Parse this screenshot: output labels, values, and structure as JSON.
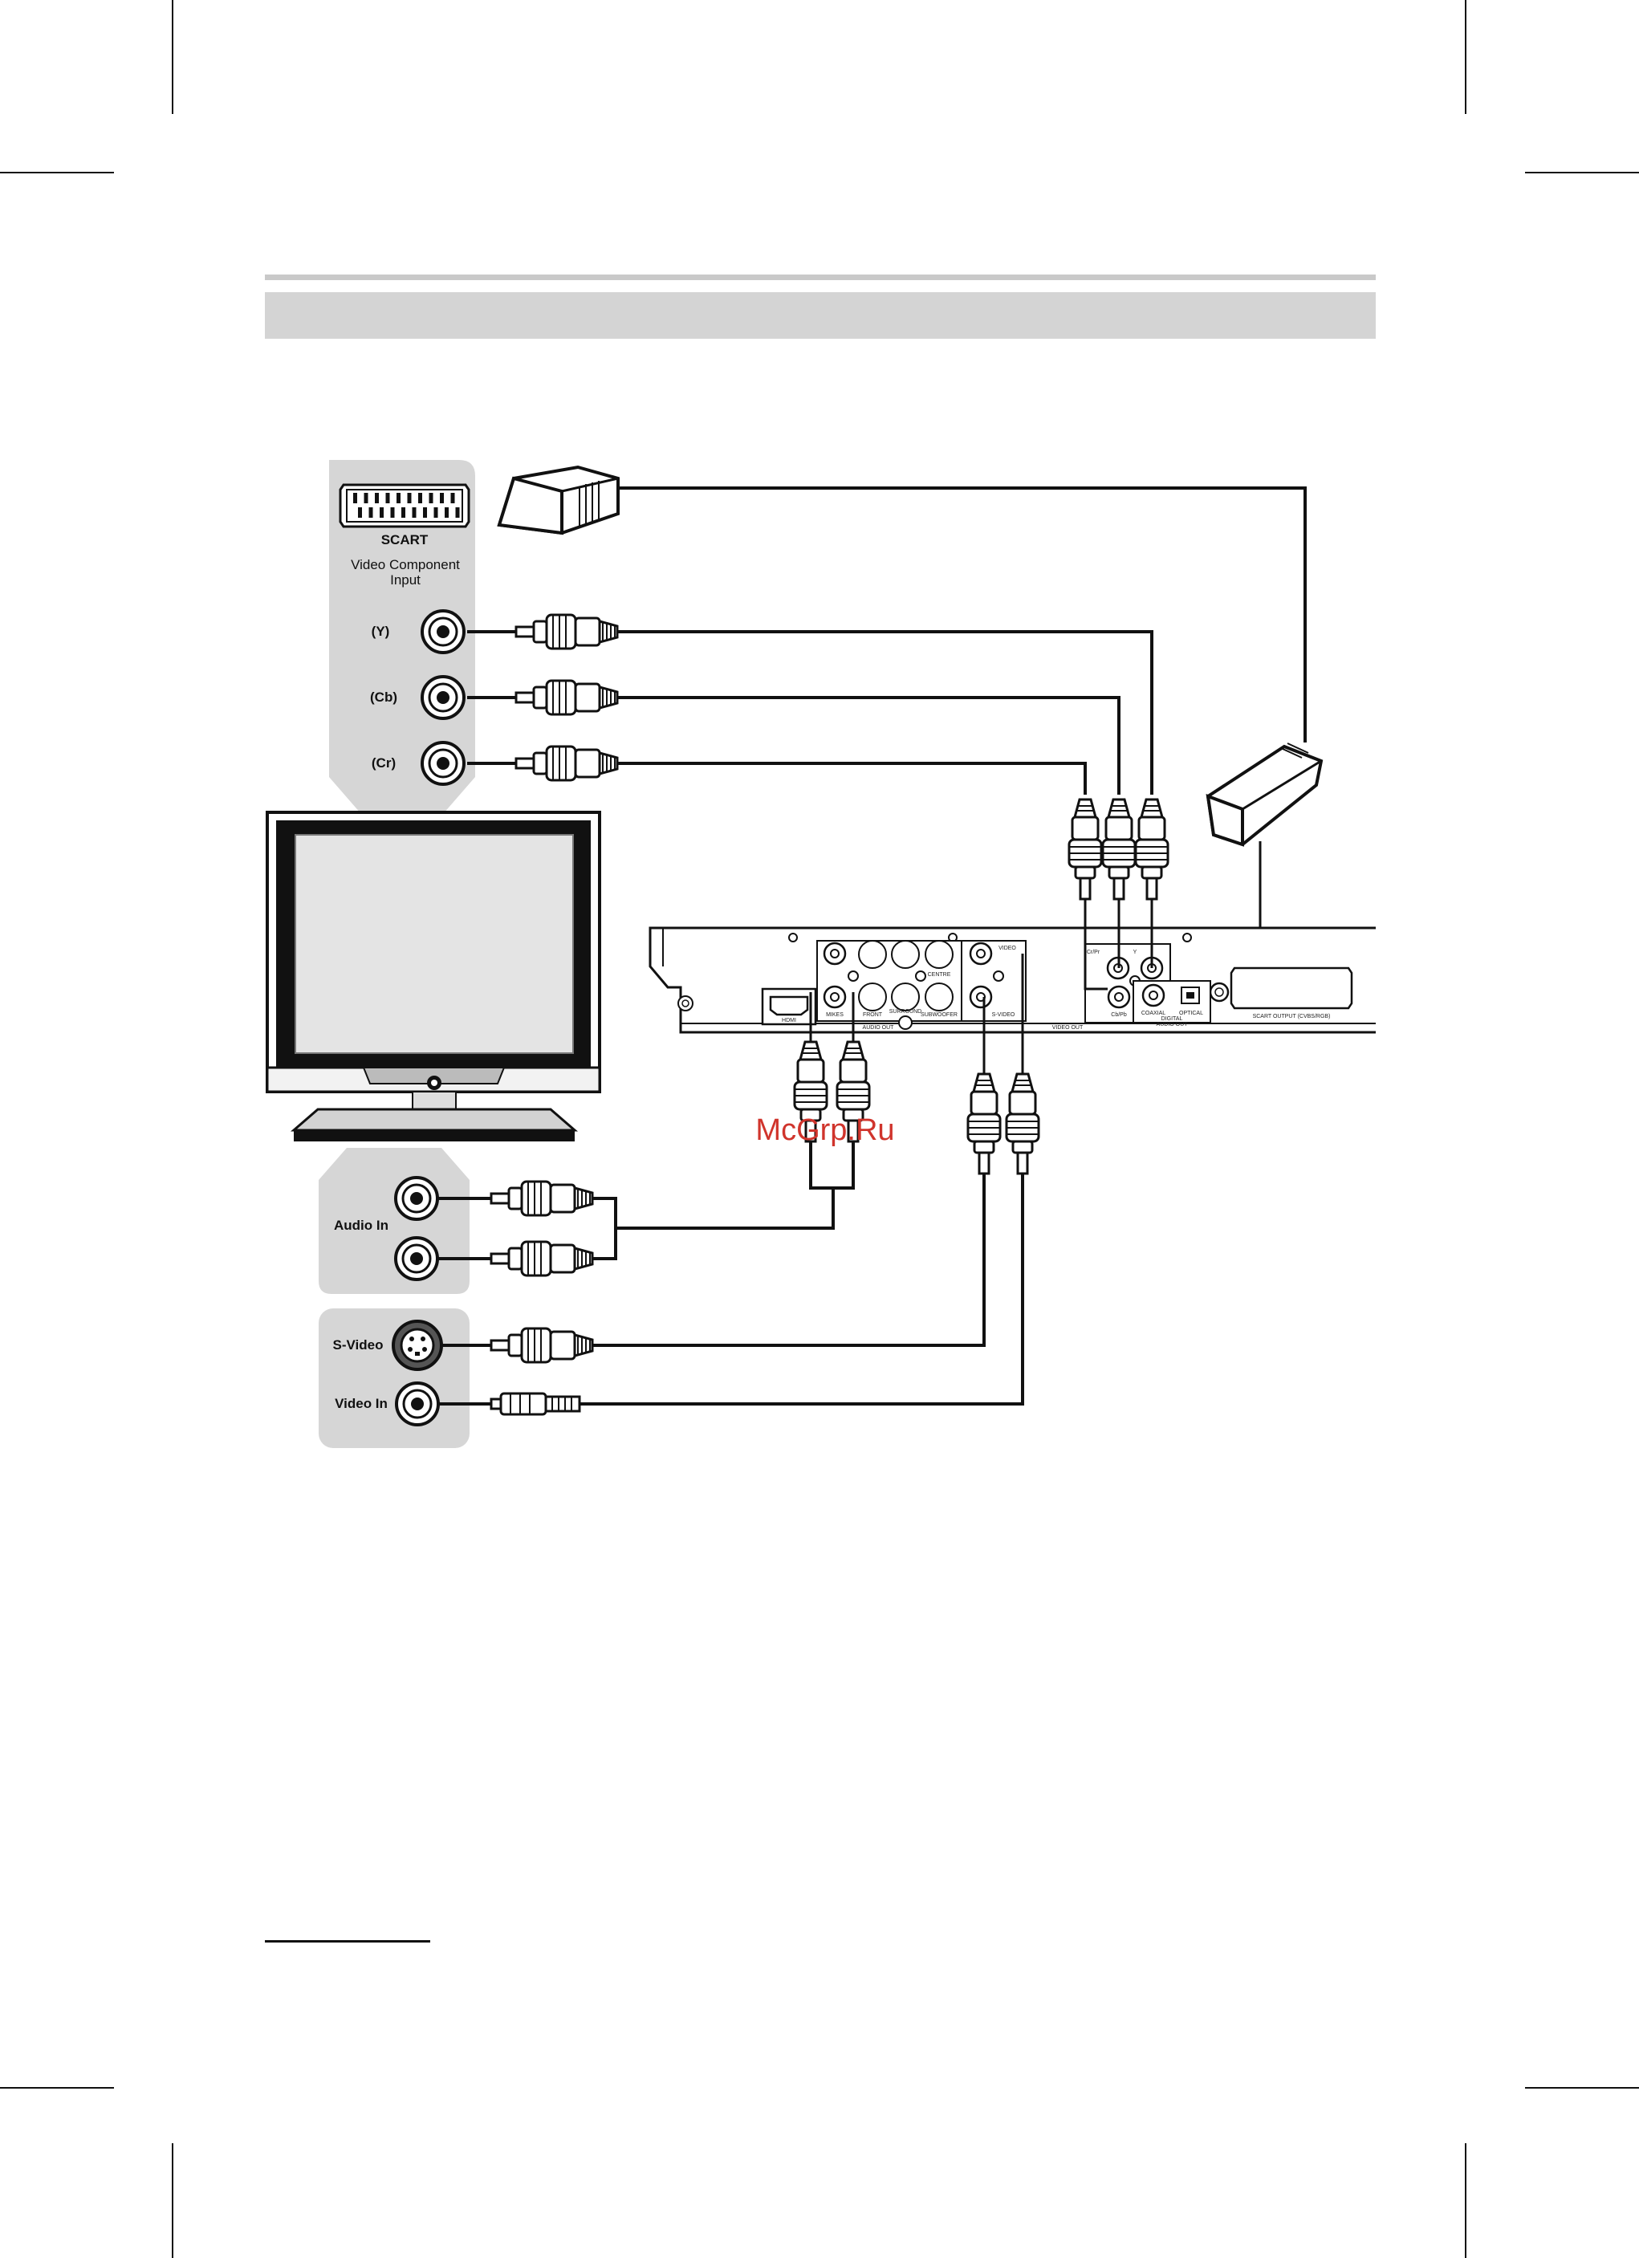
{
  "tv_component_panel": {
    "scart_label": "SCART",
    "component_title": "Video Component Input",
    "jacks": [
      "(Y)",
      "(Cb)",
      "(Cr)"
    ]
  },
  "tv_audio_panel": {
    "label": "Audio In"
  },
  "tv_video_panel": {
    "svideo_label": "S-Video",
    "video_label": "Video In"
  },
  "player_labels": {
    "hdmi": "HDMI",
    "mikes": "MIKES",
    "front": "FRONT",
    "surround": "SURROUND",
    "subwoofer": "SUBWOOFER",
    "centre": "CENTRE",
    "audio_out": "AUDIO OUT",
    "video": "VIDEO",
    "s_video": "S-VIDEO",
    "video_out": "VIDEO OUT",
    "pr": "Cr/Pr",
    "y": "Y",
    "pb": "Cb/Pb",
    "coaxial": "COAXIAL",
    "optical": "OPTICAL",
    "digital_audio_out": "DIGITAL AUDIO OUT",
    "scart_output": "SCART OUTPUT (CVBS/RGB)"
  },
  "watermark": "McGrp.Ru"
}
